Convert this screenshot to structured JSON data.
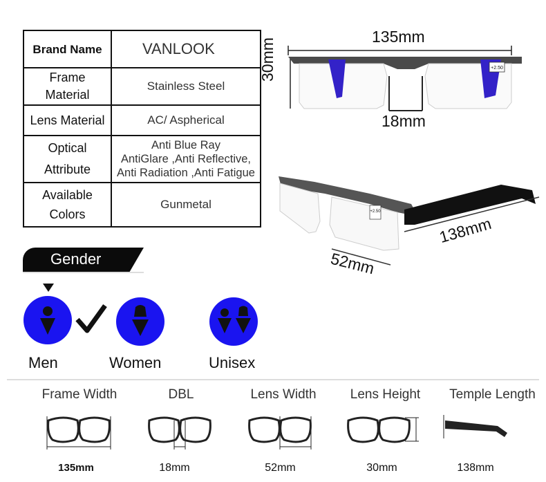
{
  "specs": [
    {
      "key": "Brand Name",
      "value": "VANLOOK"
    },
    {
      "key_lines": [
        "Frame",
        "Material"
      ],
      "value": "Stainless Steel"
    },
    {
      "key": "Lens Material",
      "value": "AC/ Aspherical"
    },
    {
      "key_lines": [
        "Optical",
        "Attribute"
      ],
      "value_lines": [
        "Anti Blue Ray",
        "AntiGlare ,Anti Reflective,",
        "Anti Radiation ,Anti Fatigue"
      ]
    },
    {
      "key_lines": [
        "Available",
        "Colors"
      ],
      "value": "Gunmetal"
    }
  ],
  "front_view": {
    "width": "135mm",
    "height": "30mm",
    "bridge": "18mm",
    "lens_sticker": "+2.50"
  },
  "side_view": {
    "lens": "52mm",
    "temple": "138mm",
    "lens_sticker": "+2.50"
  },
  "gender": {
    "title": "Gender",
    "options": [
      "Men",
      "Women",
      "Unisex"
    ],
    "selected": "Men",
    "circle_color": "#1a14f0"
  },
  "measurements": [
    {
      "label": "Frame Width",
      "value": "135mm"
    },
    {
      "label": "DBL",
      "value": "18mm"
    },
    {
      "label": "Lens Width",
      "value": "52mm"
    },
    {
      "label": "Lens Height",
      "value": "30mm"
    },
    {
      "label": "Temple Length",
      "value": "138mm"
    }
  ]
}
